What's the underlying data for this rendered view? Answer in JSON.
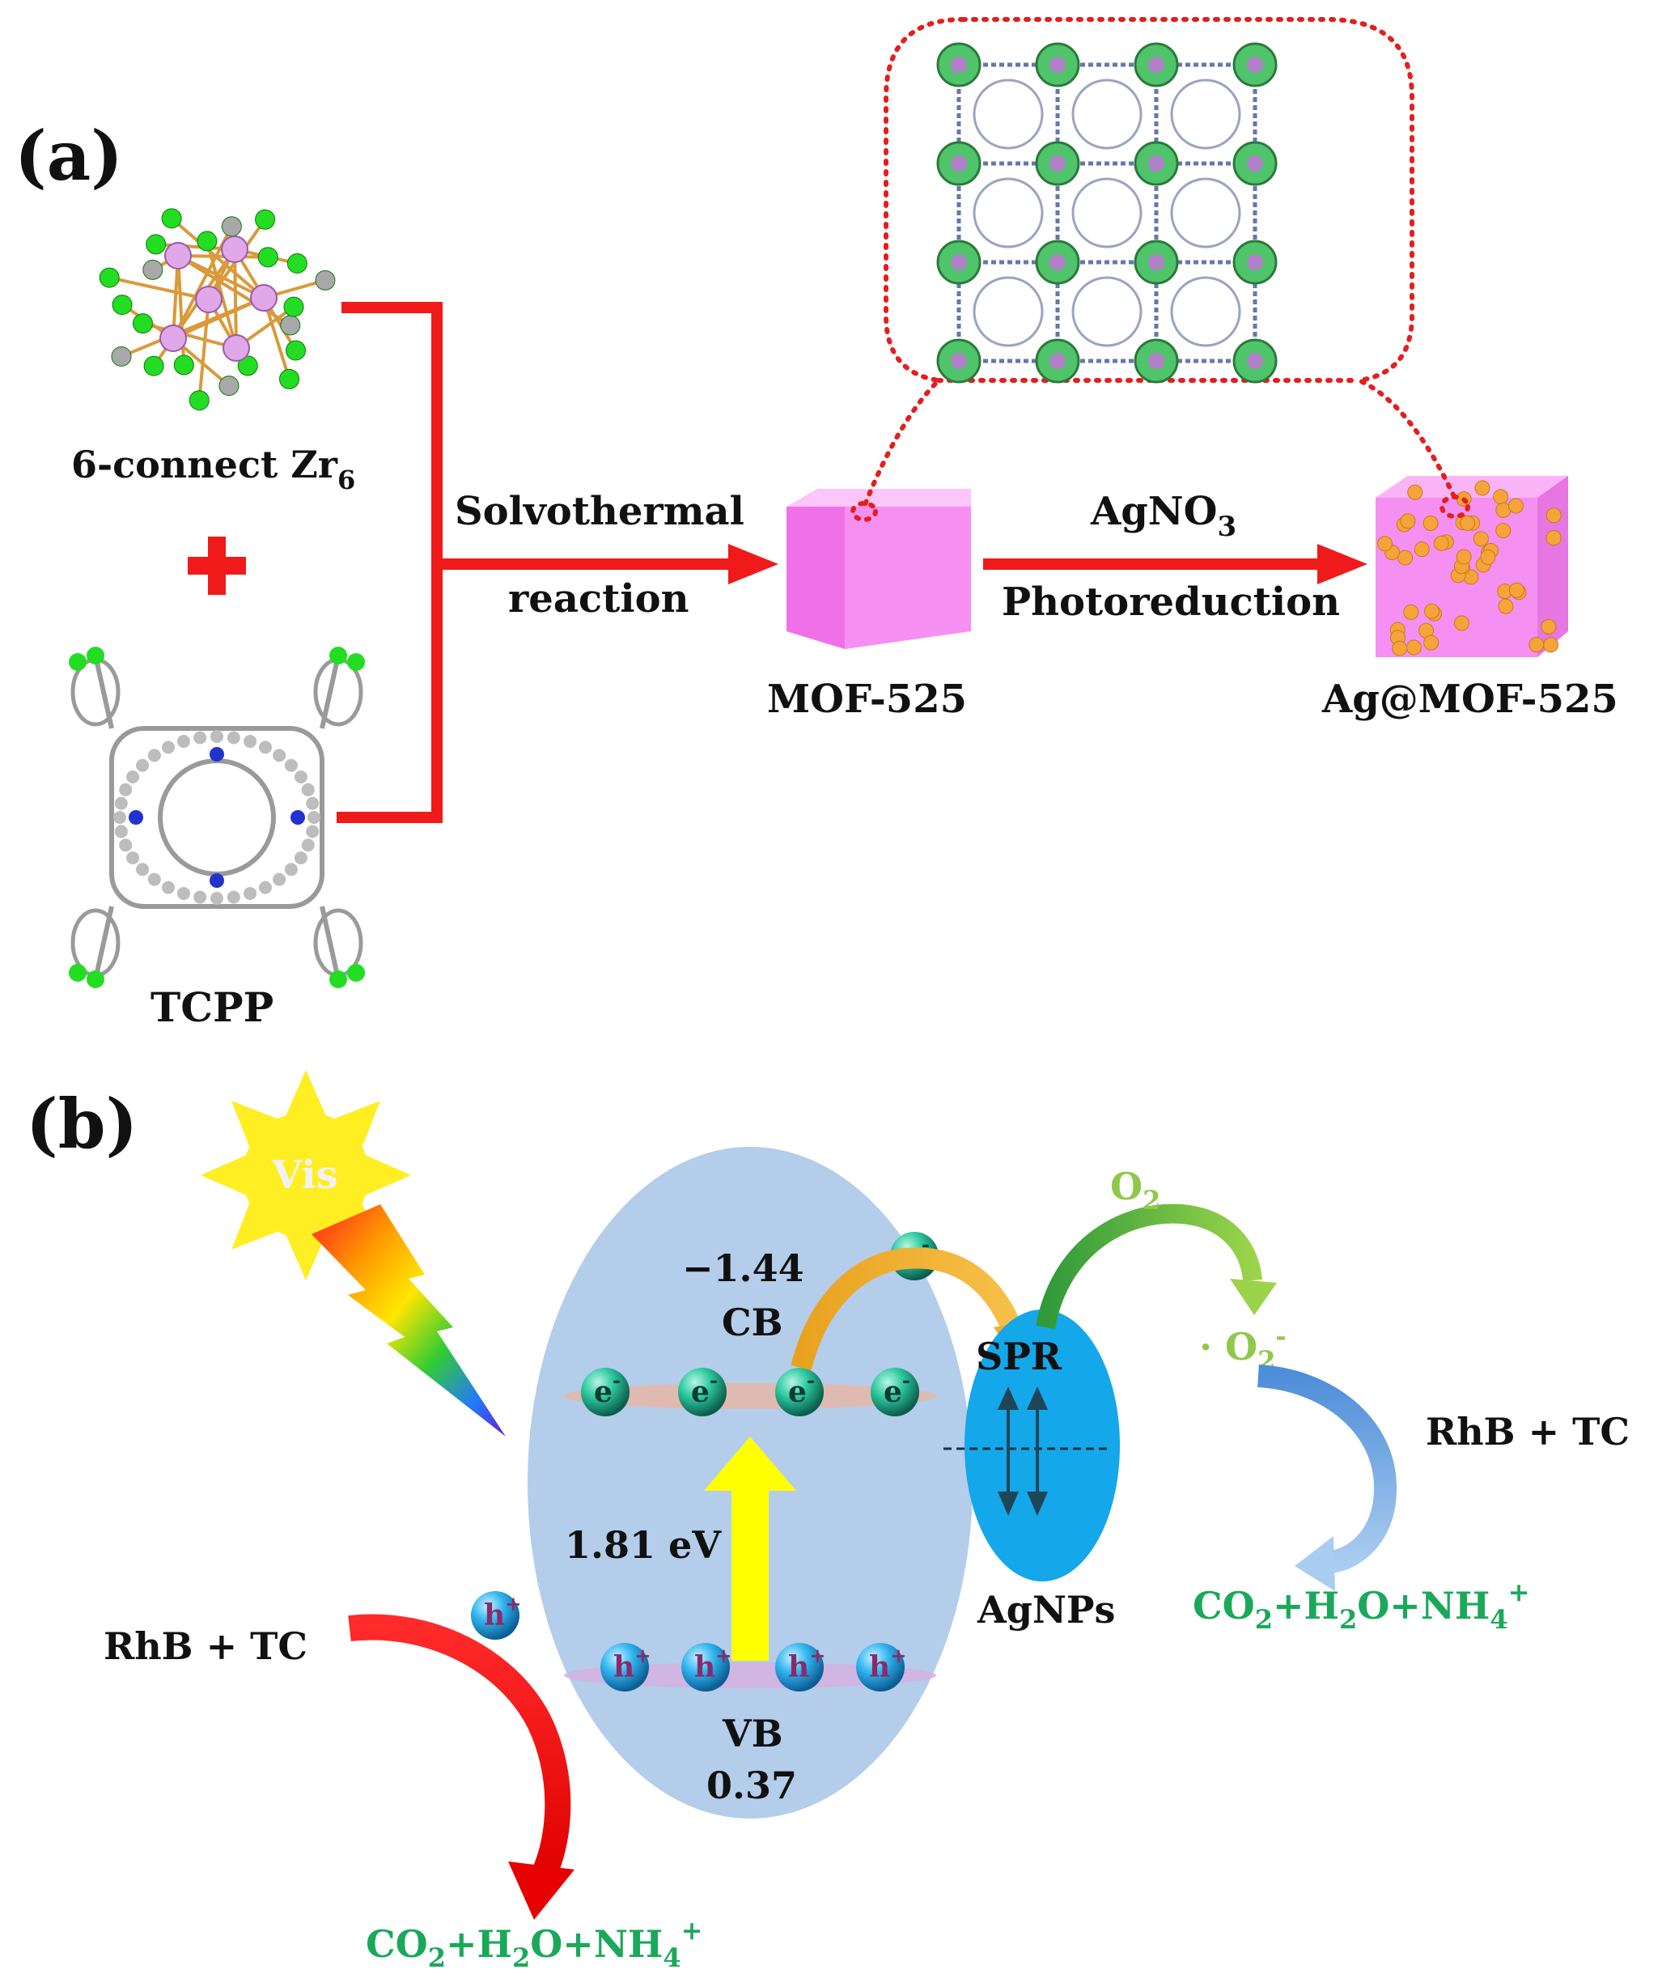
{
  "panel_a": {
    "label": "(a)",
    "zr6_label": "6-connect Zr",
    "zr6_sub": "6",
    "plus": "+",
    "tcpp_label": "TCPP",
    "solvo_line1": "Solvothermal",
    "solvo_line2": "reaction",
    "mof_label": "MOF-525",
    "agno3_main": "AgNO",
    "agno3_sub": "3",
    "photoreduction": "Photoreduction",
    "ag_mof_label": "Ag@MOF-525"
  },
  "panel_b": {
    "label": "(b)",
    "vis": "Vis",
    "cb_value": "−1.44",
    "cb": "CB",
    "vb": "VB",
    "vb_value": "0.37",
    "gap": "1.81 eV",
    "electron": "e",
    "electron_sup": "-",
    "hole": "h",
    "hole_sup": "+",
    "spr": "SPR",
    "agnps": "AgNPs",
    "o2_main": "O",
    "o2_sub": "2",
    "superoxide_main": "· O",
    "superoxide_sub": "2",
    "superoxide_sup": "-",
    "rhb_tc_right": "RhB + TC",
    "rhb_tc_left": "RhB + TC",
    "prod_right": {
      "a": "CO",
      "b": "2",
      "c": "+H",
      "d": "2",
      "e": "O+NH",
      "f": "4",
      "g": "+"
    },
    "prod_left": {
      "a": "CO",
      "b": "2",
      "c": "+H",
      "d": "2",
      "e": "O+NH",
      "f": "4",
      "g": "+"
    }
  },
  "colors": {
    "red_arrow": "#f01a1a",
    "mof_pink": "#f58cf0",
    "ag_orange": "#f5a43a",
    "ellipse_blue": "#b4cdea",
    "spr_blue": "#14a7ea",
    "product_green": "#1aa85a",
    "sun_yellow": "#ffee22",
    "gap_arrow": "#ffff00"
  }
}
